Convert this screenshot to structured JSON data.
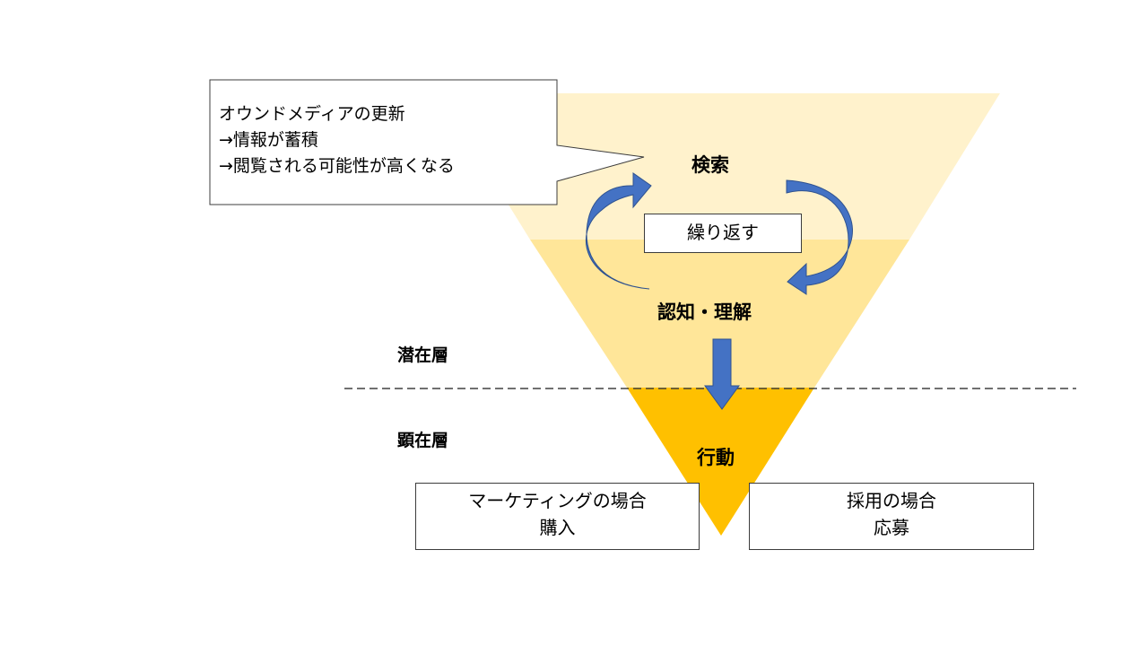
{
  "funnel": {
    "stages": {
      "search": "検索",
      "awareness": "認知・理解",
      "action": "行動"
    },
    "layers": {
      "latent": "潜在層",
      "manifest": "顕在層"
    },
    "colors": {
      "top": "#FFF2CC",
      "middle": "#FFE699",
      "bottom": "#FFC000",
      "arrow": "#4472C4"
    }
  },
  "loop": {
    "label": "繰り返す"
  },
  "callout": {
    "lines": [
      "オウンドメディアの更新",
      "→情報が蓄積",
      "→閲覧される可能性が高くなる"
    ]
  },
  "outcomes": {
    "marketing": {
      "title": "マーケティングの場合",
      "result": "購入"
    },
    "hiring": {
      "title": "採用の場合",
      "result": "応募"
    }
  }
}
